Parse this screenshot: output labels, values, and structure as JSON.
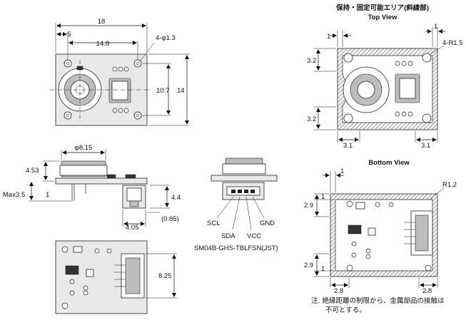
{
  "views": {
    "top": {
      "dim_width": "18",
      "dim_left_hole": "5",
      "dim_hole_pitch": "14.8",
      "dim_hole_spec": "4-φ1.3",
      "dim_hole_pitch_v": "10.7",
      "dim_height": "14"
    },
    "side": {
      "dim_lens_dia": "φ8.15",
      "dim_lens_height": "4.53",
      "dim_pcb": "1",
      "dim_max": "Max3.5",
      "dim_connector_h": "4.4",
      "dim_connector_offset": "(0.85)",
      "dim_connector_w": "4.05"
    },
    "bottom": {
      "dim_connector_len": "8.25"
    },
    "connector": {
      "pin_scl": "SCL",
      "pin_gnd": "GND",
      "pin_sda": "SDA",
      "pin_vcc": "VCC",
      "part_number": "SM04B-GHS-TBLFSN(JST)"
    },
    "hatched_top": {
      "title": "保持・固定可能エリア(斜線部)",
      "subtitle": "Top View",
      "dim_1_top": "1",
      "dim_1_right": "1",
      "dim_radius": "4-R1.5",
      "dim_32_top": "3.2",
      "dim_32_bottom": "3.2",
      "dim_31_left": "3.1",
      "dim_31_right": "3.1"
    },
    "hatched_bottom": {
      "subtitle": "Bottom View",
      "dim_1_top": "1",
      "dim_1_side": "1",
      "dim_1_low": "1",
      "dim_radius": "R1.2",
      "dim_29_top": "2.9",
      "dim_29_bottom": "2.9",
      "dim_28_left": "2.8",
      "dim_28_right": "2.8"
    }
  },
  "note": {
    "line1": "注. 絶縁距離の制限から、金属部品の接触は",
    "line2": "不可とする。"
  }
}
